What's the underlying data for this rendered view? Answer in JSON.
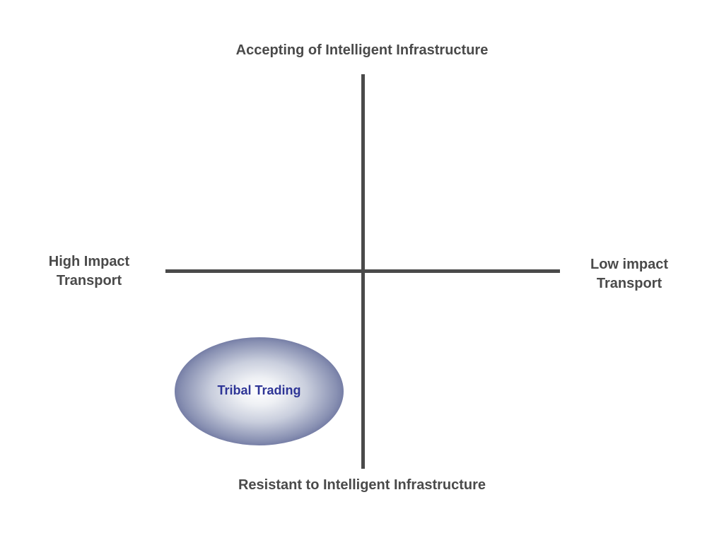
{
  "axes": {
    "top": "Accepting of Intelligent Infrastructure",
    "bottom": "Resistant to Intelligent Infrastructure",
    "left": [
      "High Impact",
      "Transport"
    ],
    "right": [
      "Low impact",
      "Transport"
    ]
  },
  "items": [
    {
      "label": "Tribal Trading",
      "quadrant": "bottom-left"
    }
  ],
  "colors": {
    "axis": "#4a4a4a",
    "text": "#4a4a4a",
    "bubble_edge": "#363f7a",
    "bubble_text": "#2e3596"
  }
}
